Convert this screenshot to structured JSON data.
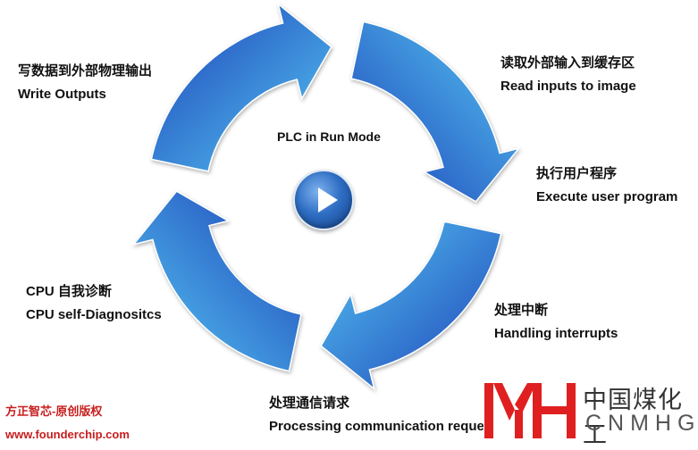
{
  "diagram": {
    "center_label": "PLC in Run Mode",
    "steps": [
      {
        "id": "read-inputs",
        "zh": "读取外部输入到缓存区",
        "en": "Read inputs to image"
      },
      {
        "id": "execute-program",
        "zh": "执行用户程序",
        "en": "Execute user program"
      },
      {
        "id": "handle-interrupts",
        "zh": "处理中断",
        "en": "Handling interrupts"
      },
      {
        "id": "process-comm",
        "zh": "处理通信请求",
        "en": "Processing communication requests"
      },
      {
        "id": "self-diagnostics",
        "zh": "CPU 自我诊断",
        "en": "CPU self-Diagnositcs"
      },
      {
        "id": "write-outputs",
        "zh": "写数据到外部物理输出",
        "en": "Write Outputs"
      }
    ],
    "arrow_colors": {
      "light": "#5ad0f5",
      "dark": "#1a3fb8"
    },
    "play_icon": "play-icon"
  },
  "watermark": {
    "line1": "方正智芯-原创版权",
    "line2": "www.founderchip.com"
  },
  "logo": {
    "zh": "中国煤化工",
    "en": "CNMHG",
    "mark_color": "#e02020"
  }
}
